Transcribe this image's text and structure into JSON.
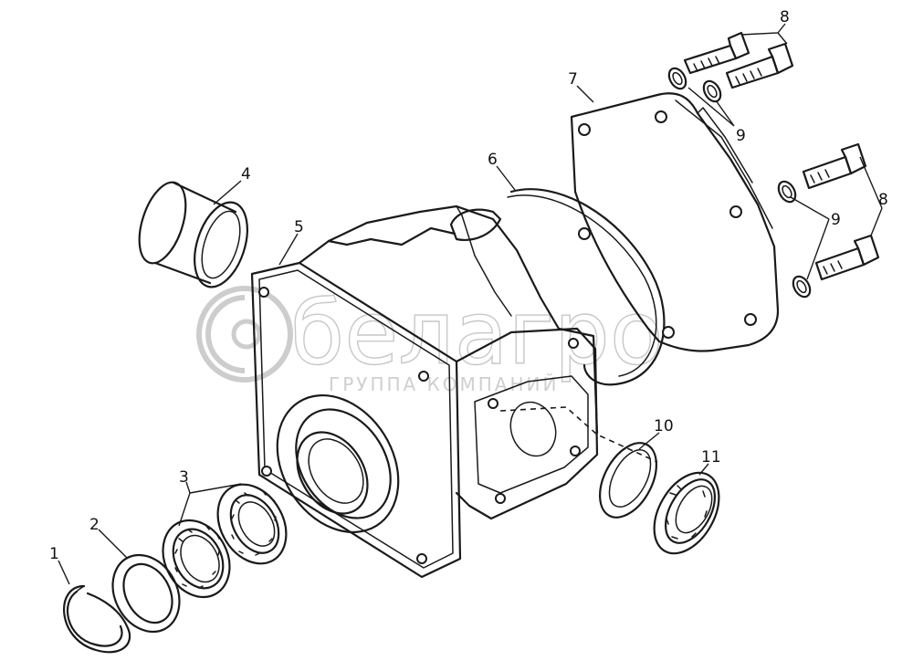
{
  "watermark": {
    "brand": "белагро",
    "tagline": "ГРУППА КОМПАНИЙ"
  },
  "callouts": {
    "c1": "1",
    "c2": "2",
    "c3": "3",
    "c4": "4",
    "c5": "5",
    "c6": "6",
    "c7": "7",
    "c8a": "8",
    "c8b": "8",
    "c9a": "9",
    "c9b": "9",
    "c10": "10",
    "c11": "11"
  }
}
